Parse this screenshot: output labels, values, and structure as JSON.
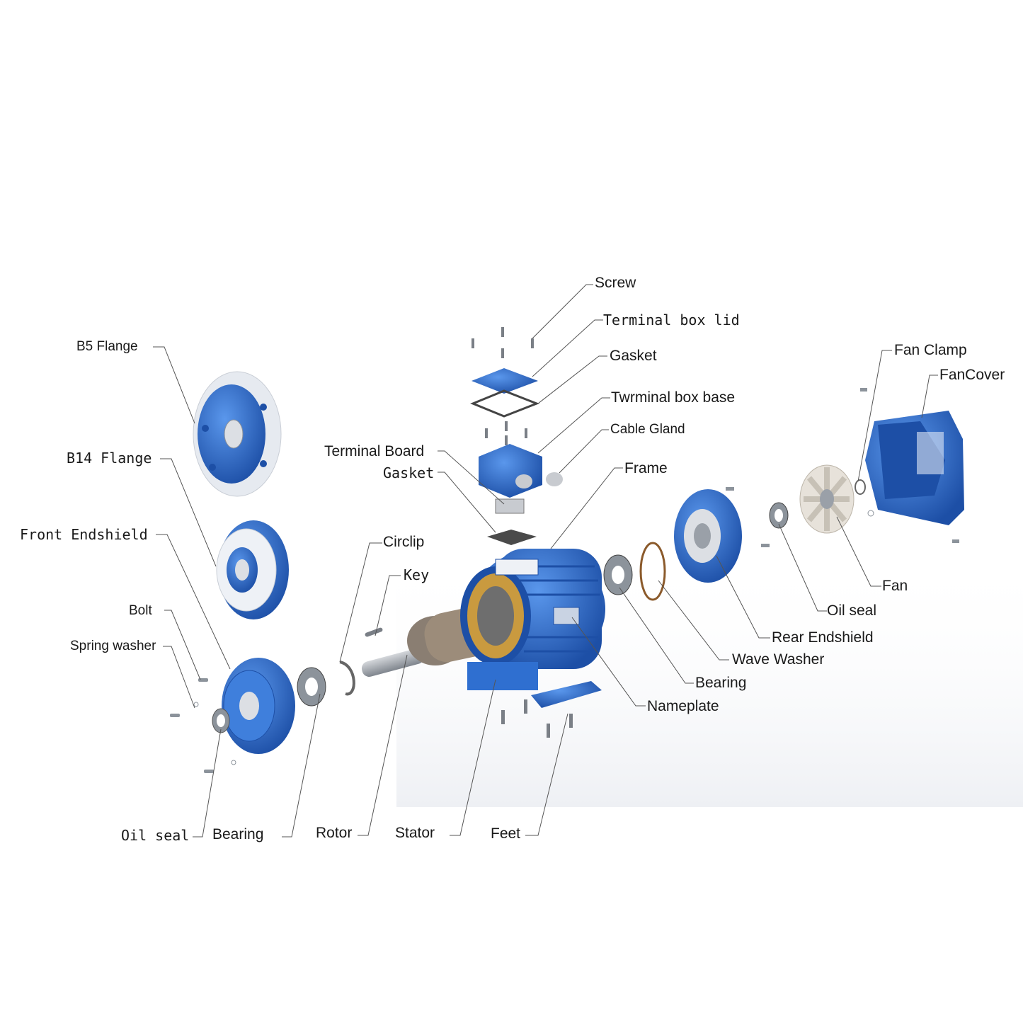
{
  "labels": {
    "screw": "Screw",
    "terminal_box_lid": "Terminal box lid",
    "gasket_top": "Gasket",
    "terminal_box_base": "Twrminal box base",
    "cable_gland": "Cable Gland",
    "terminal_board": "Terminal Board",
    "gasket_board": "Gasket",
    "frame": "Frame",
    "fan_clamp": "Fan Clamp",
    "fan_cover": "FanCover",
    "fan": "Fan",
    "oil_seal_rear": "Oil seal",
    "rear_endshield": "Rear Endshield",
    "wave_washer": "Wave Washer",
    "bearing_rear": "Bearing",
    "nameplate": "Nameplate",
    "b5_flange": "B5 Flange",
    "b14_flange": "B14 Flange",
    "front_endshield": "Front Endshield",
    "bolt": "Bolt",
    "spring_washer": "Spring washer",
    "circlip": "Circlip",
    "key": "Key",
    "oil_seal_front": "Oil seal",
    "bearing_front": "Bearing",
    "rotor": "Rotor",
    "stator": "Stator",
    "feet": "Feet"
  },
  "colors": {
    "motor_blue": "#2f6fd0",
    "motor_blue_dark": "#1d4fa6",
    "flange_white": "#eef1f6",
    "steel": "#9aa0a8",
    "copper": "#b8862e",
    "leader": "#555555"
  }
}
